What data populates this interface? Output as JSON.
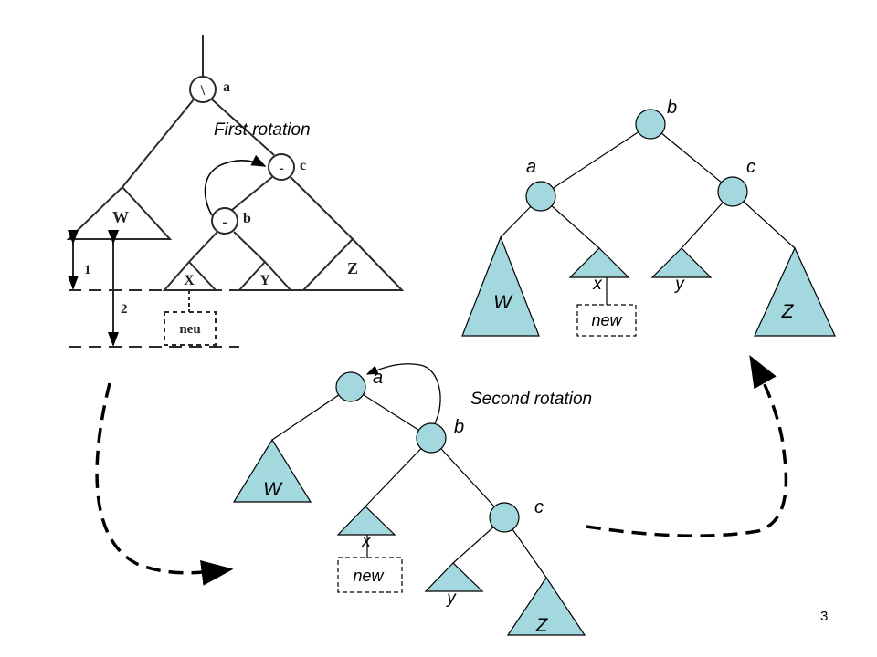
{
  "slide_number": "3",
  "colors": {
    "fill": "#a3d9de",
    "line": "#000000",
    "scan_line": "#2a2a2a"
  },
  "first_rotation": {
    "caption": "First rotation",
    "node_a_symbol": "\\",
    "node_a_label": "a",
    "node_c_symbol": "-",
    "node_c_label": "c",
    "node_b_symbol": "-",
    "node_b_label": "b",
    "subtree_w": "W",
    "subtree_x": "X",
    "subtree_y": "Y",
    "subtree_z": "Z",
    "height_1": "1",
    "height_2": "2",
    "new_box": "neu"
  },
  "balanced_tree": {
    "label_b": "b",
    "label_a": "a",
    "label_c": "c",
    "subtree_w": "W",
    "subtree_x": "x",
    "subtree_y": "y",
    "subtree_z": "Z",
    "new_box": "new"
  },
  "second_rotation": {
    "caption": "Second rotation",
    "label_a": "a",
    "label_b": "b",
    "label_c": "c",
    "subtree_w": "W",
    "subtree_x": "x",
    "subtree_y": "y",
    "subtree_z": "Z",
    "new_box": "new"
  }
}
